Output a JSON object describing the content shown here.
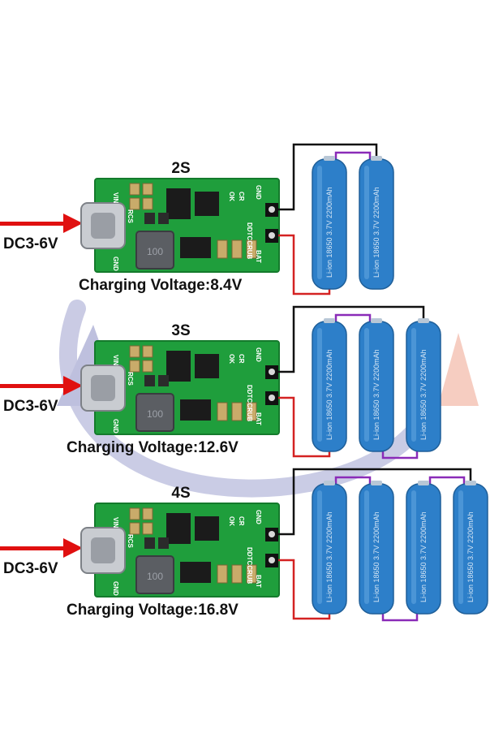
{
  "colors": {
    "pcb": "#1f9e3c",
    "battery": "#2d7fc9",
    "positive_wire": "#d42222",
    "negative_wire": "#111111",
    "series_link": "#8a2bb8",
    "arrow": "#e01010",
    "watermark": "#7c7fb8"
  },
  "board_labels": {
    "input_pins": "VIN",
    "ground_pin": "GND",
    "current_sense": "RCS",
    "status_led_ok": "OK",
    "status_led_cr": "CR",
    "output_gnd": "GND",
    "output_bat": "BAT",
    "module_mark": "DDTCCRUB",
    "inductor_mark": "100"
  },
  "cell_label": "Li-ion 18650 3.7V 2200mAh",
  "configs": [
    {
      "title": "2S",
      "input": "DC3-6V",
      "charging": "Charging Voltage:8.4V",
      "cells": 2
    },
    {
      "title": "3S",
      "input": "DC3-6V",
      "charging": "Charging Voltage:12.6V",
      "cells": 3
    },
    {
      "title": "4S",
      "input": "DC3-6V",
      "charging": "Charging Voltage:16.8V",
      "cells": 4
    }
  ]
}
